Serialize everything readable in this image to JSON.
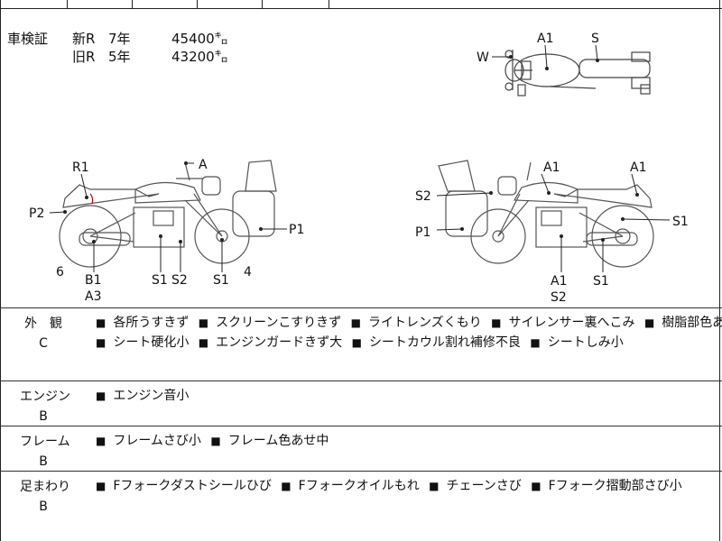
{
  "top_fragment": "",
  "shaken": {
    "label": "車検証",
    "rows": [
      {
        "kind": "新R",
        "years": "7年",
        "km": "45400㌔"
      },
      {
        "kind": "旧R",
        "years": "5年",
        "km": "43200㌔"
      }
    ]
  },
  "diagram_labels": {
    "top_view": [
      "W",
      "A1",
      "S"
    ],
    "left_side": [
      "R1",
      "A",
      "P2",
      "P1",
      "6",
      "B1",
      "A3",
      "S1",
      "S2",
      "S1",
      "4"
    ],
    "right_side": [
      "A1",
      "A1",
      "S2",
      "S1",
      "P1",
      "A1",
      "S2",
      "S1"
    ]
  },
  "inspection": [
    {
      "category": "外　観",
      "grade": "C",
      "lines": [
        [
          "各所うすきず",
          "スクリーンこすりきず",
          "ライトレンズくもり",
          "サイレンサー裏へこみ",
          "樹脂部色あせ"
        ],
        [
          "シート硬化小",
          "エンジンガードきず大",
          "シートカウル割れ補修不良",
          "シートしみ小"
        ]
      ]
    },
    {
      "category": "エンジン",
      "grade": "B",
      "lines": [
        [
          "エンジン音小"
        ]
      ]
    },
    {
      "category": "フレーム",
      "grade": "B",
      "lines": [
        [
          "フレームさび小",
          "フレーム色あせ中"
        ]
      ]
    },
    {
      "category": "足まわり",
      "grade": "B",
      "lines": [
        [
          "Fフォークダストシールひび",
          "Fフォークオイルもれ",
          "チェーンさび",
          "Fフォーク摺動部さび小"
        ]
      ]
    }
  ]
}
